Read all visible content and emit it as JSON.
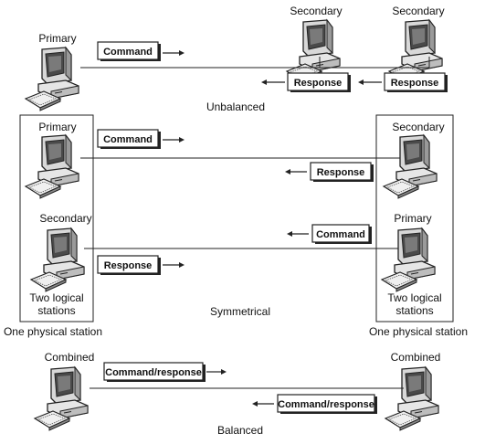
{
  "unbalanced": {
    "primary_label": "Primary",
    "secondary_label_1": "Secondary",
    "secondary_label_2": "Secondary",
    "command_label": "Command",
    "response_label_1": "Response",
    "response_label_2": "Response",
    "caption": "Unbalanced"
  },
  "symmetrical": {
    "left_primary_label": "Primary",
    "left_secondary_label": "Secondary",
    "right_secondary_label": "Secondary",
    "right_primary_label": "Primary",
    "command_label_top": "Command",
    "response_label_top": "Response",
    "command_label_bottom": "Command",
    "response_label_bottom": "Response",
    "left_logical_line1": "Two logical",
    "left_logical_line2": "stations",
    "right_logical_line1": "Two logical",
    "right_logical_line2": "stations",
    "left_physical": "One physical station",
    "right_physical": "One physical station",
    "caption": "Symmetrical"
  },
  "balanced": {
    "left_label": "Combined",
    "right_label": "Combined",
    "command_response_label_1": "Command/response",
    "command_response_label_2": "Command/response",
    "caption": "Balanced"
  },
  "icons": [
    "computer-icon",
    "arrow-right-icon",
    "arrow-left-icon"
  ]
}
